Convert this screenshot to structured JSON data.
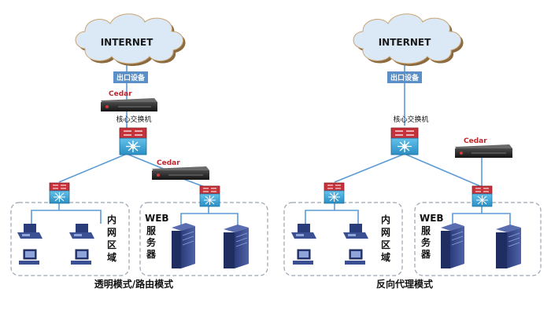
{
  "left": {
    "cloud": "INTERNET",
    "exit_tag": "出口设备",
    "cedar_top": "Cedar",
    "core_label": "核心交换机",
    "cedar_side": "Cedar",
    "intranet_chars": [
      "内",
      "网",
      "区",
      "域"
    ],
    "web_chars": [
      "WEB",
      "服",
      "务",
      "器"
    ],
    "caption": "透明模式/路由模式"
  },
  "right": {
    "cloud": "INTERNET",
    "exit_tag": "出口设备",
    "core_label": "核心交换机",
    "cedar_side": "Cedar",
    "intranet_chars": [
      "内",
      "网",
      "区",
      "域"
    ],
    "web_chars": [
      "WEB",
      "服",
      "务",
      "器"
    ],
    "caption": "反向代理模式"
  },
  "colors": {
    "cloud_fill": "#dbe8f5",
    "cloud_edge": "#8b6a3f",
    "tag_blue": "#5b8fc7",
    "link_line": "#5b9bd5",
    "switch_red": "#c8323a",
    "switch_blue": "#3fa7d8",
    "cedar_red": "#c0262d",
    "zone_border": "#9aa3b0"
  }
}
